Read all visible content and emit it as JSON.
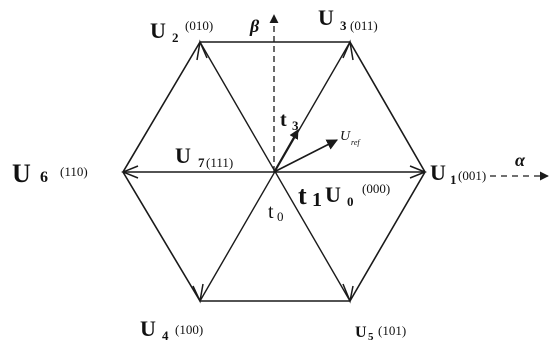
{
  "axes": {
    "alpha": "α",
    "beta": "β"
  },
  "vectors": {
    "U1": {
      "main": "U",
      "sub": "1",
      "code": "(001)"
    },
    "U2": {
      "main": "U",
      "sub": "2",
      "code": "(010)"
    },
    "U3": {
      "main": "U",
      "sub": "3",
      "code": "(011)"
    },
    "U4": {
      "main": "U",
      "sub": "4",
      "code": "(100)"
    },
    "U5": {
      "main": "U",
      "sub": "5",
      "code": "(101)"
    },
    "U6": {
      "main": "U",
      "sub": "6",
      "code": "(110)"
    },
    "U7": {
      "main": "U",
      "sub": "7",
      "code": "(111)"
    },
    "U0": {
      "main": "U",
      "sub": "0",
      "code": "(000)"
    }
  },
  "time_labels": {
    "t0": "t",
    "t0_sub": "0",
    "t1": "t",
    "t1_sub": "1",
    "t3": "t",
    "t3_sub": "3"
  },
  "reference": {
    "main": "U",
    "sub": "ref"
  },
  "colors": {
    "stroke": "#1a1a1a",
    "background": "#ffffff"
  }
}
